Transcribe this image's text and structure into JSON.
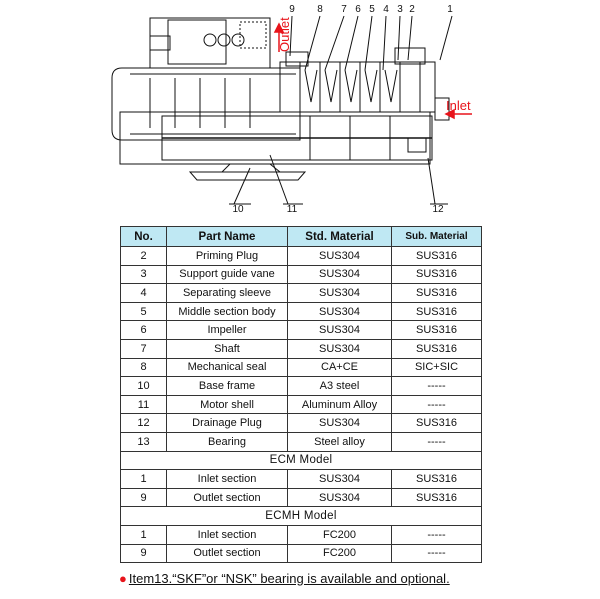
{
  "diagram": {
    "outlet_label": "Outlet",
    "inlet_label": "Inlet",
    "callouts": [
      "9",
      "8",
      "7",
      "6",
      "5",
      "4",
      "3",
      "2",
      "1",
      "10",
      "11",
      "12"
    ]
  },
  "table": {
    "headers": [
      "No.",
      "Part Name",
      "Std. Material",
      "Sub. Material"
    ],
    "rows": [
      [
        "2",
        "Priming Plug",
        "SUS304",
        "SUS316"
      ],
      [
        "3",
        "Support guide vane",
        "SUS304",
        "SUS316"
      ],
      [
        "4",
        "Separating sleeve",
        "SUS304",
        "SUS316"
      ],
      [
        "5",
        "Middle section body",
        "SUS304",
        "SUS316"
      ],
      [
        "6",
        "Impeller",
        "SUS304",
        "SUS316"
      ],
      [
        "7",
        "Shaft",
        "SUS304",
        "SUS316"
      ],
      [
        "8",
        "Mechanical seal",
        "CA+CE",
        "SIC+SIC"
      ],
      [
        "10",
        "Base frame",
        "A3 steel",
        "-----"
      ],
      [
        "11",
        "Motor shell",
        "Aluminum Alloy",
        "-----"
      ],
      [
        "12",
        "Drainage Plug",
        "SUS304",
        "SUS316"
      ],
      [
        "13",
        "Bearing",
        "Steel alloy",
        "-----"
      ]
    ],
    "section_ecm": "ECM  Model",
    "ecm_rows": [
      [
        "1",
        "Inlet section",
        "SUS304",
        "SUS316"
      ],
      [
        "9",
        "Outlet section",
        "SUS304",
        "SUS316"
      ]
    ],
    "section_ecmh": "ECMH  Model",
    "ecmh_rows": [
      [
        "1",
        "Inlet section",
        "FC200",
        "-----"
      ],
      [
        "9",
        "Outlet section",
        "FC200",
        "-----"
      ]
    ]
  },
  "footnote": {
    "bullet": "●",
    "text": "Item13.“SKF”or “NSK” bearing is available and optional."
  }
}
